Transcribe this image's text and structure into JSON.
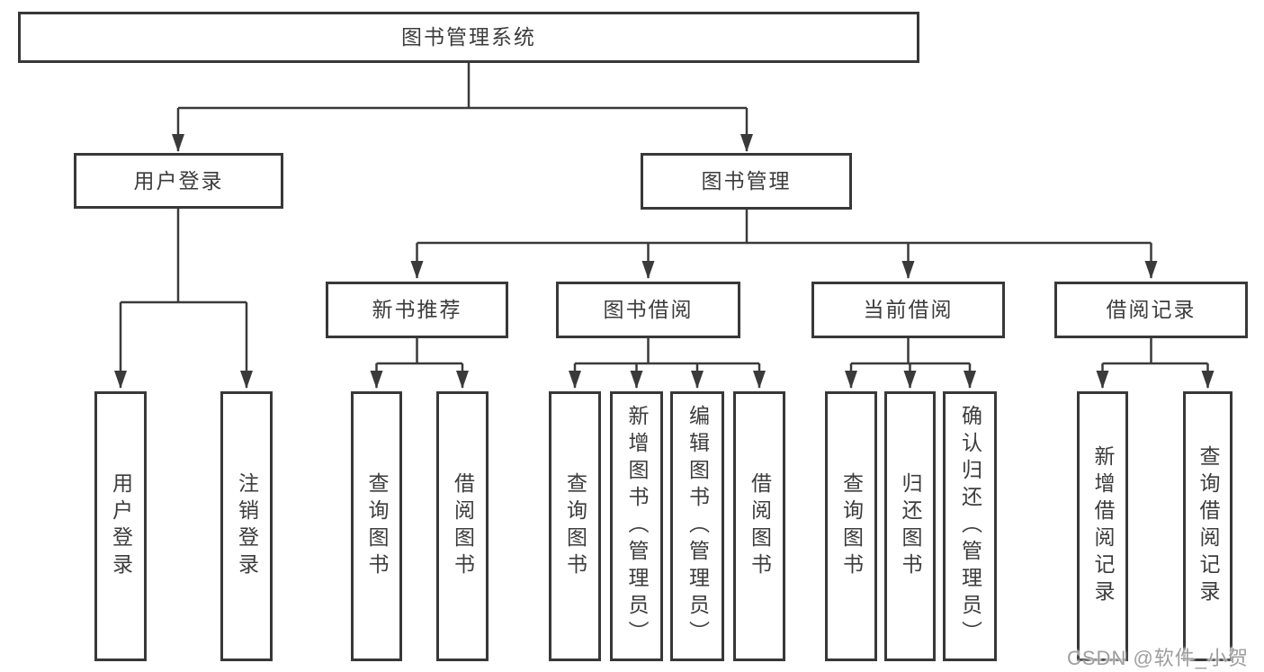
{
  "diagram": {
    "title": "图书管理系统",
    "level2": [
      {
        "label": "用户登录"
      },
      {
        "label": "图书管理"
      }
    ],
    "level3": [
      {
        "label": "新书推荐"
      },
      {
        "label": "图书借阅"
      },
      {
        "label": "当前借阅"
      },
      {
        "label": "借阅记录"
      }
    ],
    "leaves": {
      "user_login": [
        "用户登录",
        "注销登录"
      ],
      "new_book": [
        "查询图书",
        "借阅图书"
      ],
      "borrow": [
        "查询图书",
        "新增图书（管理员）",
        "编辑图书（管理员）",
        "借阅图书"
      ],
      "current": [
        "查询图书",
        "归还图书",
        "确认归还（管理员）"
      ],
      "records": [
        "新增借阅记录",
        "查询借阅记录"
      ]
    }
  },
  "watermark": "CSDN @软件_小贺同学",
  "colors": {
    "line": "#3a3a3a",
    "box_border": "#383838",
    "text": "#3c3c3c",
    "watermark": "#9e9e9e",
    "background": "#ffffff"
  }
}
